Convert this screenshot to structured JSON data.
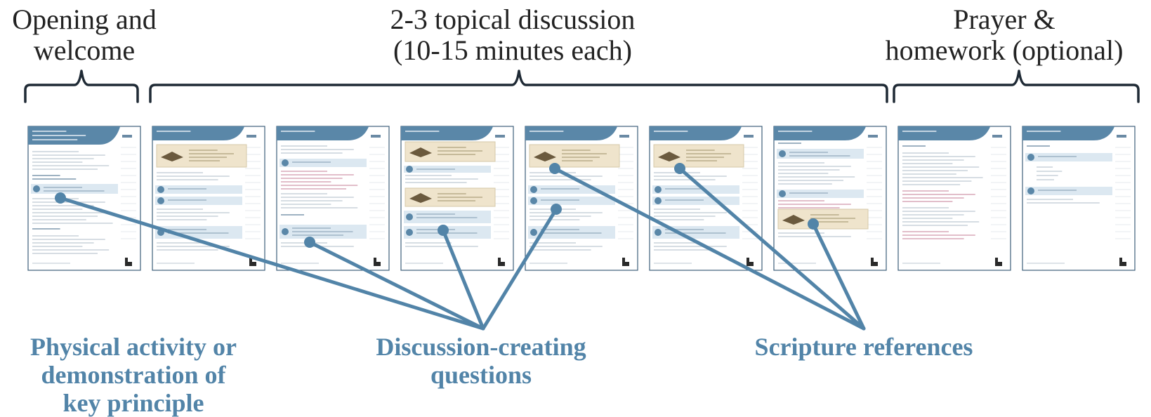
{
  "headers": {
    "opening": [
      "Opening and",
      "welcome"
    ],
    "topical": [
      "2-3 topical discussion",
      "(10-15 minutes each)"
    ],
    "prayer": [
      "Prayer &",
      "homework (optional)"
    ]
  },
  "callouts": {
    "physical": [
      "Physical activity or",
      "demonstration of",
      "key principle"
    ],
    "discussion": [
      "Discussion-creating",
      "questions"
    ],
    "scripture": [
      "Scripture references"
    ]
  },
  "pages": [
    {
      "id": "p1",
      "kind": "title"
    },
    {
      "id": "p2",
      "kind": "scripture"
    },
    {
      "id": "p3",
      "kind": "questions"
    },
    {
      "id": "p4",
      "kind": "scripture-double"
    },
    {
      "id": "p5",
      "kind": "scripture"
    },
    {
      "id": "p6",
      "kind": "scripture"
    },
    {
      "id": "p7",
      "kind": "questions-scripture"
    },
    {
      "id": "p8",
      "kind": "text"
    },
    {
      "id": "p9",
      "kind": "text"
    }
  ],
  "colors": {
    "accent": "#5284a8",
    "pageHeader": "#5a87a8",
    "highlight": "#dce8f1",
    "scriptureBox": "#efe4cc",
    "bracket": "#1f2a35",
    "headerText": "#222222"
  }
}
